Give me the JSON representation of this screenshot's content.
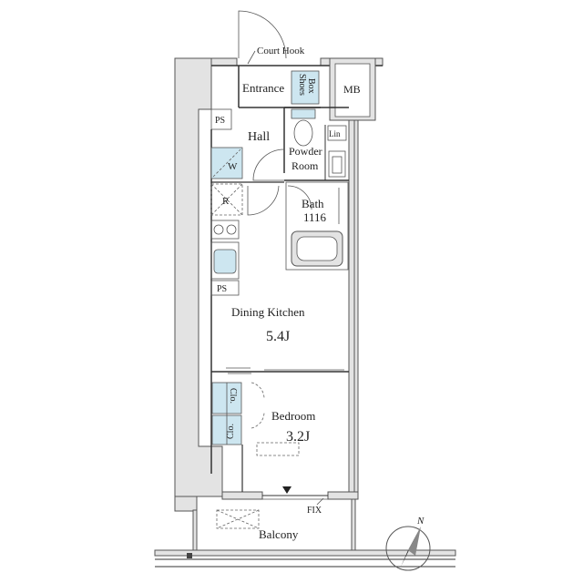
{
  "labels": {
    "court_hook": "Court Hook",
    "entrance": "Entrance",
    "shoes_box_1": "Shoes",
    "shoes_box_2": "Box",
    "mb": "MB",
    "ps_top": "PS",
    "hall": "Hall",
    "lin": "Lin",
    "w": "W",
    "powder_room_1": "Powder",
    "powder_room_2": "Room",
    "r": "R",
    "bath": "Bath",
    "bath_size": "1116",
    "ps_bottom": "PS",
    "dining_kitchen": "Dining Kitchen",
    "dining_kitchen_size": "5.4J",
    "clo_1": "Clo.",
    "clo_2": "Clo.",
    "bedroom": "Bedroom",
    "bedroom_size": "3.2J",
    "fix": "FIX",
    "balcony": "Balcony",
    "compass_n": "N"
  },
  "colors": {
    "wall_fill": "#e3e3e3",
    "storage_blue": "#cde6f0",
    "line": "#333333"
  }
}
